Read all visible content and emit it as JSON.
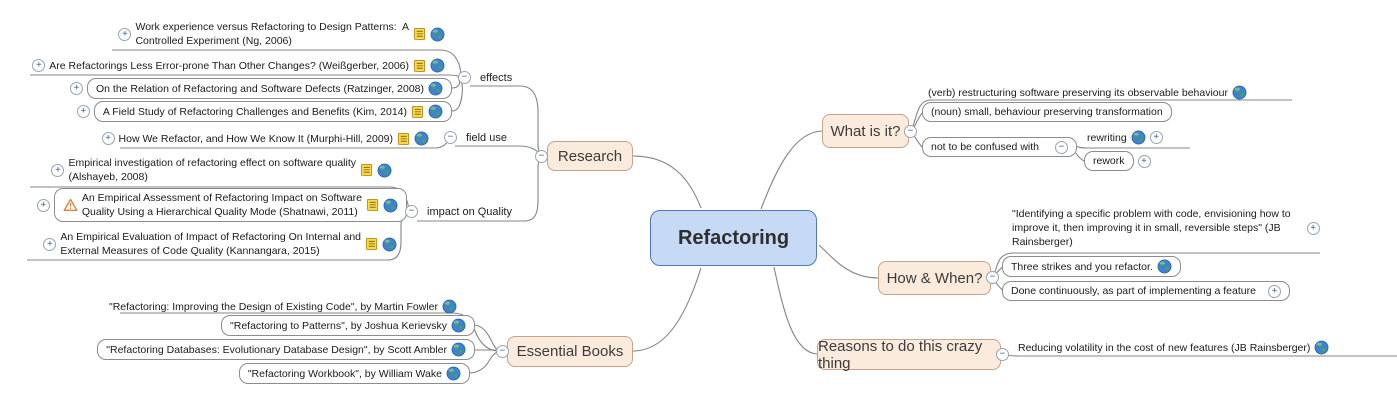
{
  "root": {
    "label": "Refactoring"
  },
  "glyphs": {
    "plus": "+",
    "minus": "−"
  },
  "research": {
    "label": "Research",
    "effects": {
      "label": "effects",
      "papers": [
        {
          "l1": "Work experience versus Refactoring to Design Patterns:  A",
          "l2": "Controlled Experiment (Ng, 2006)"
        },
        {
          "l1": "Are Refactorings Less Error-prone Than Other Changes? (Weißgerber, 2006)"
        },
        {
          "l1": "On the Relation of Refactoring and Software Defects (Ratzinger, 2008)"
        },
        {
          "l1": "A Field Study of Refactoring Challenges and Benefits (Kim, 2014)"
        }
      ]
    },
    "field_use": {
      "label": "field use",
      "papers": [
        {
          "l1": "How We Refactor, and How We Know It (Murphi-Hill, 2009)"
        }
      ]
    },
    "impact": {
      "label": "impact on Quality",
      "papers": [
        {
          "l1": "Empirical investigation of refactoring effect on software quality",
          "l2": "(Alshayeb, 2008)"
        },
        {
          "l1": "An Empirical Assessment of Refactoring Impact on Software",
          "l2": "Quality Using a Hierarchical Quality Mode (Shatnawi, 2011)"
        },
        {
          "l1": "An Empirical Evaluation of Impact of Refactoring On Internal and",
          "l2": "External Measures of Code Quality (Kannangara, 2015)"
        }
      ]
    }
  },
  "books": {
    "label": "Essential Books",
    "items": [
      "\"Refactoring: Improving the Design of Existing Code\", by Martin Fowler",
      "\"Refactoring to Patterns\", by Joshua Kerievsky",
      "\"Refactoring Databases: Evolutionary Database Design\", by Scott Ambler",
      "\"Refactoring Workbook\", by William Wake"
    ]
  },
  "what": {
    "label": "What is it?",
    "verb": "(verb) restructuring software preserving its observable behaviour",
    "noun": "(noun) small, behaviour preserving transformation",
    "confused": {
      "label": "not to be confused with",
      "rewriting": "rewriting",
      "rework": "rework"
    }
  },
  "how": {
    "label": "How & When?",
    "quote": {
      "l1": "\"Identifying a specific problem with code, envisioning how to",
      "l2": "improve it, then improving it in small, reversible steps\" (JB",
      "l3": "Rainsberger)"
    },
    "three_strikes": "Three strikes and you refactor.",
    "continuous": "Done continuously, as part of implementing a feature"
  },
  "reasons": {
    "label": "Reasons to do this crazy thing",
    "volatility": "Reducing volatility in the cost of new features (JB Rainsberger)"
  },
  "colors": {
    "root_fill": "#C6DAF5",
    "root_border": "#4E79C0",
    "branch_fill": "#FAEBDC",
    "branch_border": "#C3A48D",
    "edge": "#858585",
    "link_icon": "#3E83CC",
    "note_icon": "#F7D94B",
    "warning_icon": "#E2823B"
  }
}
